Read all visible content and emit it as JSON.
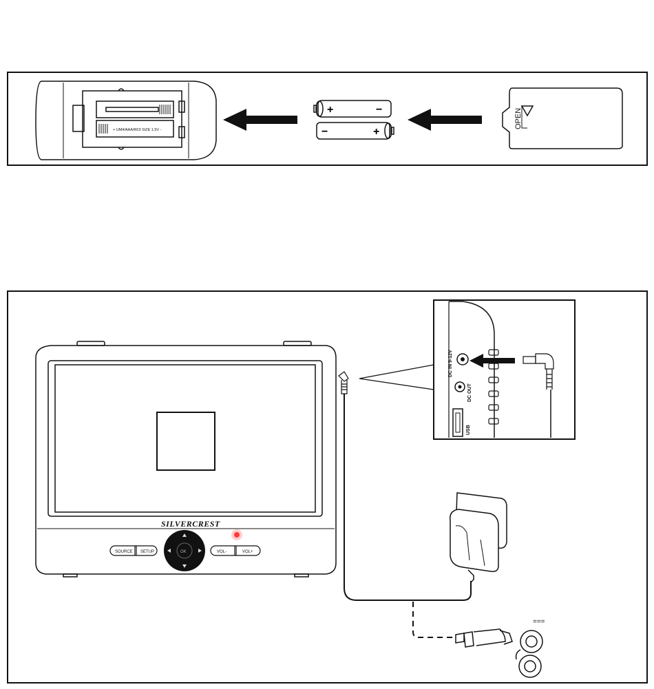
{
  "remote_panel": {
    "battery_label": "+ UM4/AAA/R03 SIZE 1.5V -",
    "cover_label": "OPEN"
  },
  "battery_signs": {
    "plus": "+",
    "minus": "−"
  },
  "player": {
    "brand": "SILVERCREST",
    "buttons": {
      "source": "SOURCE",
      "setup": "SETUP",
      "ok": "OK",
      "vol_minus": "VOL-",
      "vol_plus": "VOL+"
    },
    "indicator_color": "#ff3b3b"
  },
  "detail": {
    "dc_in": "DC IN 9-12V",
    "dc_out": "DC OUT",
    "usb": "USB"
  },
  "car_socket_symbol": "==="
}
